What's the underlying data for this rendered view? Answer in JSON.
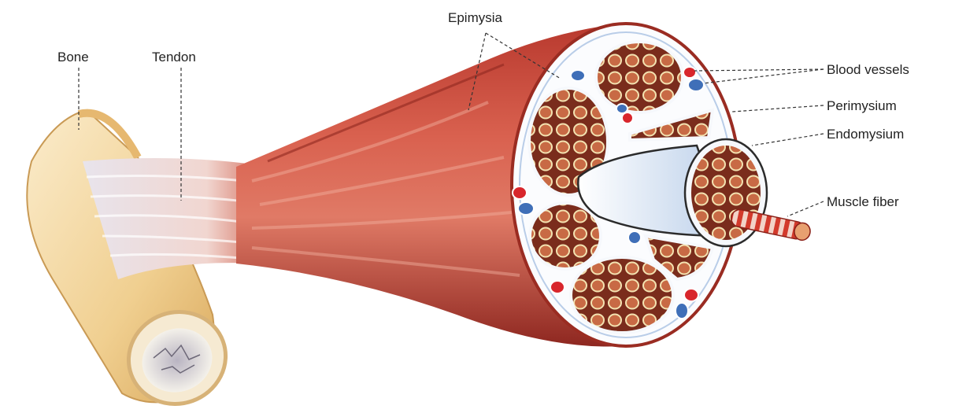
{
  "labels": {
    "bone": "Bone",
    "tendon": "Tendon",
    "epimysia": "Epimysia",
    "blood_vessels": "Blood vessels",
    "perimysium": "Perimysium",
    "endomysium": "Endomysium",
    "muscle_fiber": "Muscle fiber"
  },
  "colors": {
    "muscle": "#c9473a",
    "muscle_dark": "#9b2a22",
    "bone": "#f3d9a4",
    "fascicle": "#7a2a1a",
    "artery": "#d8262c",
    "vein": "#3f6fb8",
    "sheath": "#f6f8fc"
  }
}
